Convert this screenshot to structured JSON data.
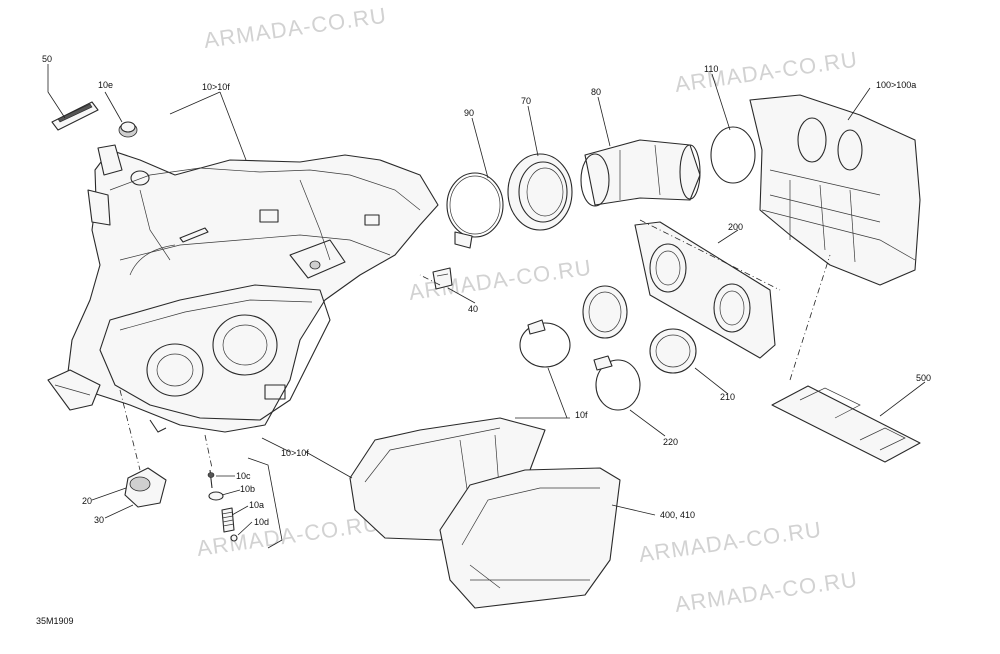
{
  "watermark": "ARMADA-CO.RU",
  "diagram_code": "35M1909",
  "callouts": {
    "c50": "50",
    "c10e": "10e",
    "c10_10f_top": "10>10f",
    "c90": "90",
    "c70": "70",
    "c80": "80",
    "c110": "110",
    "c100": "100>100a",
    "c200": "200",
    "c40": "40",
    "c10f": "10f",
    "c500": "500",
    "c210": "210",
    "c220": "220",
    "c10_10f_bottom": "10>10f",
    "c10c": "10c",
    "c10b": "10b",
    "c10a": "10a",
    "c10d": "10d",
    "c20": "20",
    "c30": "30",
    "c400": "400, 410"
  }
}
